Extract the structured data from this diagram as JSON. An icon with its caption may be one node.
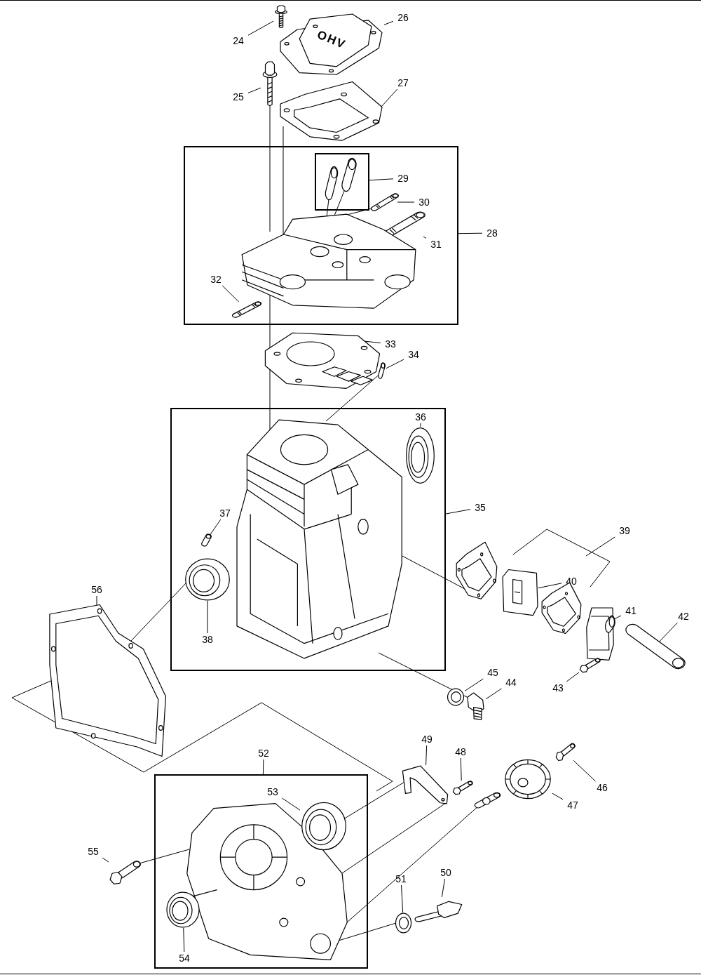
{
  "diagram": {
    "nodes": [
      {
        "text": [],
        "shape": "box"
      },
      {
        "text": [],
        "shape": "box"
      },
      {
        "text": [],
        "shape": "box"
      },
      {
        "text": [],
        "shape": "box",
        "in": 0
      },
      {
        "text": [
          "24"
        ]
      },
      {
        "text": [
          "25"
        ]
      },
      {
        "text": [
          "26"
        ]
      },
      {
        "text": [
          "27"
        ]
      },
      {
        "text": [
          "29"
        ],
        "in": 0
      },
      {
        "text": [
          "30"
        ],
        "in": 0
      },
      {
        "text": [
          "31"
        ],
        "in": 0
      },
      {
        "text": [
          "28"
        ]
      },
      {
        "text": [
          "32"
        ],
        "in": 0
      },
      {
        "text": [
          "33"
        ]
      },
      {
        "text": [
          "34"
        ]
      },
      {
        "text": [
          "36"
        ],
        "in": 1
      },
      {
        "text": [
          "35"
        ]
      },
      {
        "text": [
          "37"
        ],
        "in": 1
      },
      {
        "text": [
          "38"
        ],
        "in": 1
      },
      {
        "text": [
          "39"
        ]
      },
      {
        "text": [
          "40"
        ]
      },
      {
        "text": [
          "41"
        ]
      },
      {
        "text": [
          "42"
        ]
      },
      {
        "text": [
          "56"
        ]
      },
      {
        "text": [
          "45"
        ]
      },
      {
        "text": [
          "44"
        ]
      },
      {
        "text": [
          "43"
        ]
      },
      {
        "text": [
          "49"
        ]
      },
      {
        "text": [
          "48"
        ]
      },
      {
        "text": [
          "52"
        ]
      },
      {
        "text": [
          "46"
        ]
      },
      {
        "text": [
          "47"
        ]
      },
      {
        "text": [
          "53"
        ],
        "in": 2
      },
      {
        "text": [
          "55"
        ]
      },
      {
        "text": [
          "50"
        ]
      },
      {
        "text": [
          "51"
        ]
      },
      {
        "text": [
          "54"
        ],
        "in": 2
      },
      {
        "text": [],
        "shape": "picture"
      },
      {
        "text": [],
        "shape": "picture"
      },
      {
        "text": [
          "OHV"
        ]
      },
      {
        "text": [],
        "shape": "picture"
      },
      {
        "text": [],
        "shape": "picture",
        "in": 3
      },
      {
        "text": [],
        "shape": "picture",
        "in": 3
      },
      {
        "text": [],
        "shape": "picture",
        "in": 0
      },
      {
        "text": [],
        "shape": "picture",
        "in": 0
      },
      {
        "text": [],
        "shape": "picture",
        "in": 0
      },
      {
        "text": [],
        "shape": "picture",
        "in": 0
      },
      {
        "text": [],
        "shape": "picture"
      },
      {
        "text": [],
        "shape": "picture"
      },
      {
        "text": [],
        "shape": "picture",
        "in": 1
      },
      {
        "text": [],
        "shape": "picture",
        "in": 1
      },
      {
        "text": [],
        "shape": "picture",
        "in": 1
      },
      {
        "text": [],
        "shape": "picture",
        "in": 1
      },
      {
        "text": [],
        "shape": "picture"
      },
      {
        "text": [],
        "shape": "picture"
      },
      {
        "text": [],
        "shape": "picture"
      },
      {
        "text": [],
        "shape": "picture"
      },
      {
        "text": [],
        "shape": "picture"
      },
      {
        "text": [],
        "shape": "picture"
      },
      {
        "text": [],
        "shape": "picture"
      },
      {
        "text": [],
        "shape": "picture"
      },
      {
        "text": [],
        "shape": "picture"
      },
      {
        "text": [],
        "shape": "picture"
      },
      {
        "text": [],
        "shape": "picture"
      },
      {
        "text": [],
        "shape": "picture"
      },
      {
        "text": [],
        "shape": "picture"
      },
      {
        "text": [],
        "shape": "picture"
      },
      {
        "text": [],
        "shape": "picture",
        "in": 2
      },
      {
        "text": [],
        "shape": "picture",
        "in": 2
      },
      {
        "text": [],
        "shape": "picture"
      },
      {
        "text": [],
        "shape": "picture",
        "in": 2
      },
      {
        "text": [],
        "shape": "picture"
      },
      {
        "text": [],
        "shape": "picture"
      }
    ],
    "edges": [
      {
        "from": 4,
        "to": 37,
        "arrow": "none"
      },
      {
        "from": 5,
        "to": 38,
        "arrow": "none"
      },
      {
        "from": 6,
        "to": 39,
        "arrow": "none"
      },
      {
        "from": 7,
        "to": 40,
        "arrow": "none"
      },
      {
        "from": 8,
        "to": 3,
        "arrow": "none"
      },
      {
        "from": 9,
        "to": 43,
        "arrow": "none"
      },
      {
        "from": 10,
        "to": 44,
        "arrow": "none"
      },
      {
        "from": 11,
        "to": 0,
        "arrow": "none"
      },
      {
        "from": 12,
        "to": 46,
        "arrow": "none"
      },
      {
        "from": 13,
        "to": 47,
        "arrow": "none"
      },
      {
        "from": 14,
        "to": 48,
        "arrow": "none"
      },
      {
        "from": 15,
        "to": 50,
        "arrow": "none"
      },
      {
        "from": 16,
        "to": 1,
        "arrow": "none"
      },
      {
        "from": 17,
        "to": 51,
        "arrow": "none"
      },
      {
        "from": 18,
        "to": 52,
        "arrow": "none"
      },
      {
        "from": 19,
        "to": null,
        "arrow": "none"
      },
      {
        "from": 20,
        "to": 54,
        "arrow": "none"
      },
      {
        "from": 21,
        "to": 56,
        "arrow": "none"
      },
      {
        "from": 22,
        "to": 57,
        "arrow": "none"
      },
      {
        "from": 23,
        "to": 61,
        "arrow": "none"
      },
      {
        "from": 24,
        "to": 59,
        "arrow": "none"
      },
      {
        "from": 25,
        "to": 60,
        "arrow": "none"
      },
      {
        "from": 26,
        "to": 58,
        "arrow": "none"
      },
      {
        "from": 27,
        "to": 62,
        "arrow": "none"
      },
      {
        "from": 28,
        "to": 63,
        "arrow": "none"
      },
      {
        "from": 29,
        "to": 2,
        "arrow": "none"
      },
      {
        "from": 30,
        "to": 64,
        "arrow": "none"
      },
      {
        "from": 31,
        "to": 65,
        "arrow": "none"
      },
      {
        "from": 32,
        "to": 68,
        "arrow": "none"
      },
      {
        "from": 33,
        "to": 69,
        "arrow": "none"
      },
      {
        "from": 34,
        "to": 72,
        "arrow": "none"
      },
      {
        "from": 35,
        "to": 71,
        "arrow": "none"
      },
      {
        "from": 36,
        "to": 70,
        "arrow": "none"
      },
      {
        "from": 38,
        "to": 45,
        "arrow": "none"
      },
      {
        "from": 40,
        "to": 45,
        "arrow": "none"
      },
      {
        "from": 41,
        "to": 45,
        "arrow": "none"
      },
      {
        "from": 42,
        "to": 45,
        "arrow": "none"
      },
      {
        "from": 43,
        "to": 45,
        "arrow": "none"
      },
      {
        "from": 45,
        "to": 47,
        "arrow": "none"
      },
      {
        "from": 47,
        "to": 49,
        "arrow": "none"
      },
      {
        "from": 48,
        "to": 49,
        "arrow": "none"
      },
      {
        "from": 52,
        "to": 61,
        "arrow": "none"
      },
      {
        "from": 53,
        "to": 49,
        "arrow": "none"
      },
      {
        "from": 60,
        "to": 49,
        "arrow": "none"
      },
      {
        "from": 68,
        "to": 62,
        "arrow": "none"
      },
      {
        "from": 67,
        "to": 62,
        "arrow": "none"
      },
      {
        "from": 67,
        "to": 66,
        "arrow": "none"
      },
      {
        "from": 67,
        "to": 71,
        "arrow": "none"
      },
      {
        "from": 69,
        "to": 67,
        "arrow": "none"
      }
    ]
  }
}
